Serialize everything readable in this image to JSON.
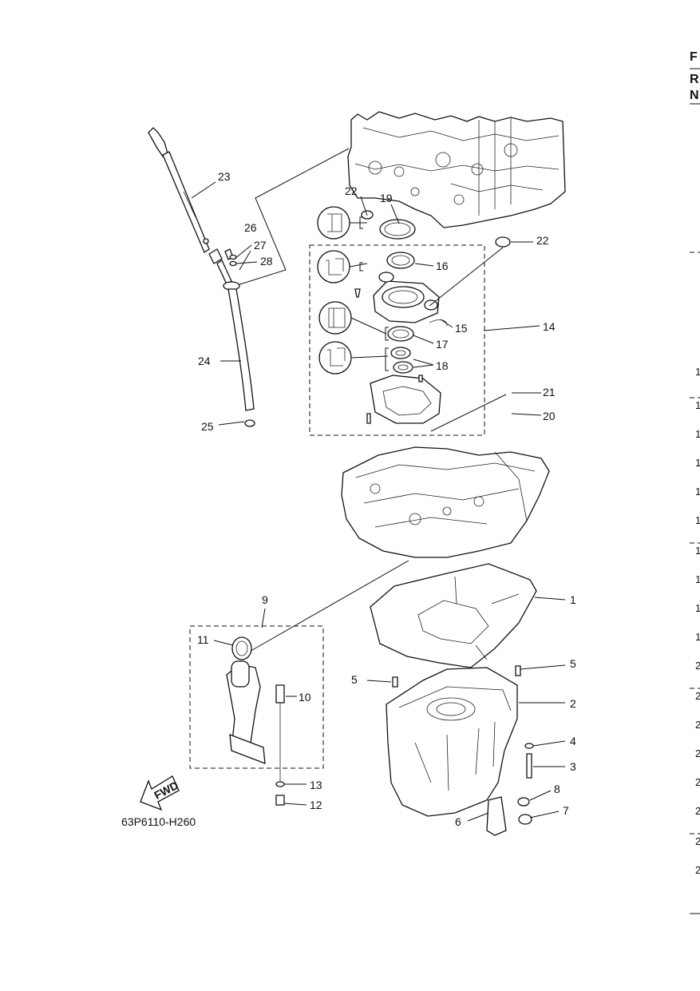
{
  "diagram": {
    "drawing_code": "63P6110-H260",
    "fwd_label": "FWD",
    "callouts": [
      "1",
      "2",
      "3",
      "4",
      "5",
      "5",
      "6",
      "7",
      "8",
      "9",
      "10",
      "11",
      "12",
      "13",
      "14",
      "15",
      "16",
      "17",
      "18",
      "19",
      "20",
      "21",
      "22",
      "22",
      "23",
      "24",
      "25",
      "26",
      "27",
      "28"
    ]
  },
  "right_edge": {
    "header_letters": [
      "F",
      "R",
      "N"
    ],
    "row_numbers": [
      "1",
      "1",
      "1",
      "1",
      "1",
      "1",
      "1",
      "1",
      "1",
      "1",
      "2",
      "2",
      "2",
      "2",
      "2",
      "2",
      "2",
      "2"
    ]
  }
}
